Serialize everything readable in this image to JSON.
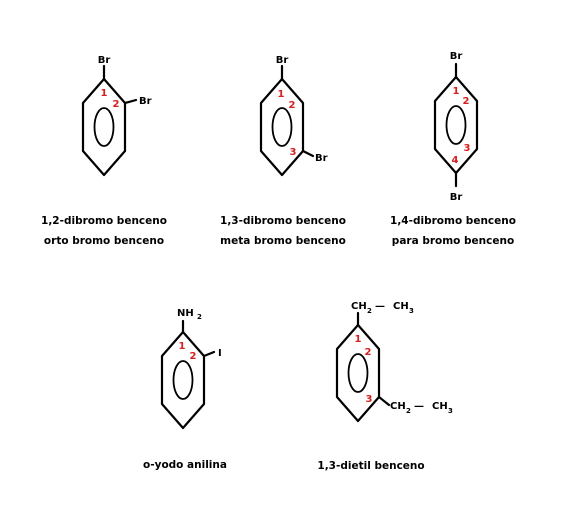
{
  "colors": {
    "line": "#000000",
    "number": "#d42020",
    "background": "#ffffff"
  },
  "molecules": [
    {
      "id": "12dibromo",
      "labels": {
        "top": "Br",
        "sub2": "Br"
      },
      "numbers": [
        "1",
        "2"
      ],
      "caption": [
        "1,2-dibromo benceno",
        "orto bromo benceno"
      ]
    },
    {
      "id": "13dibromo",
      "labels": {
        "top": "Br",
        "sub3": "Br"
      },
      "numbers": [
        "1",
        "2",
        "3"
      ],
      "caption": [
        "1,3-dibromo benceno",
        "meta bromo benceno"
      ]
    },
    {
      "id": "14dibromo",
      "labels": {
        "top": "Br",
        "bottom": "Br"
      },
      "numbers": [
        "1",
        "2",
        "3",
        "4"
      ],
      "caption": [
        "1,4-dibromo benceno",
        "para bromo benceno"
      ]
    },
    {
      "id": "oyodoanilina",
      "labels": {
        "top_main": "NH",
        "top_sub": "2",
        "sub2": "I"
      },
      "numbers": [
        "1",
        "2"
      ],
      "caption": [
        "o-yodo anilina"
      ]
    },
    {
      "id": "13dietil",
      "labels": {
        "top_ch2": "CH",
        "top_ch2_sub": "2",
        "top_dash": "—",
        "top_ch3": "CH",
        "top_ch3_sub": "3",
        "r_ch2": "CH",
        "r_ch2_sub": "2",
        "r_dash": "—",
        "r_ch3": "CH",
        "r_ch3_sub": "3"
      },
      "numbers": [
        "1",
        "2",
        "3"
      ],
      "caption": [
        "1,3-dietil benceno"
      ]
    }
  ]
}
